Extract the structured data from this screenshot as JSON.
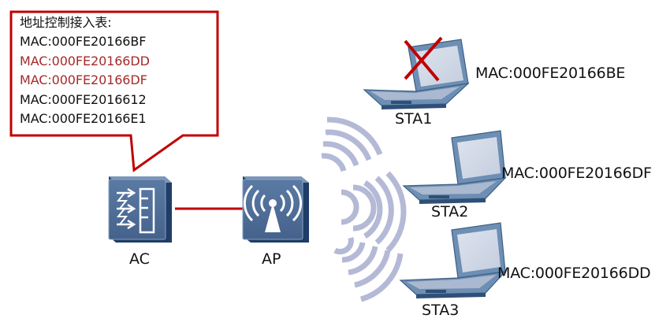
{
  "colors": {
    "accent_red": "#c00000",
    "highlight_text": "#a52a2a",
    "device_blue": "#4d6a92",
    "device_dark": "#1f3d66",
    "wave": "#b4b9d6",
    "laptop": "#6d8fb4"
  },
  "callout": {
    "title": "地址控制接入表:",
    "entries": [
      {
        "text": "MAC:000FE20166BF",
        "highlighted": false
      },
      {
        "text": "MAC:000FE20166DD",
        "highlighted": true
      },
      {
        "text": "MAC:000FE20166DF",
        "highlighted": true
      },
      {
        "text": "MAC:000FE2016612",
        "highlighted": false
      },
      {
        "text": "MAC:000FE20166E1",
        "highlighted": false
      }
    ]
  },
  "devices": {
    "ac": {
      "label": "AC",
      "icon": "access-controller-icon"
    },
    "ap": {
      "label": "AP",
      "icon": "wireless-access-point-icon"
    }
  },
  "stations": [
    {
      "label": "STA1",
      "mac": "MAC:000FE20166BE",
      "blocked": true
    },
    {
      "label": "STA2",
      "mac": "MAC:000FE20166DF",
      "blocked": false
    },
    {
      "label": "STA3",
      "mac": "MAC:000FE20166DD",
      "blocked": false
    }
  ]
}
